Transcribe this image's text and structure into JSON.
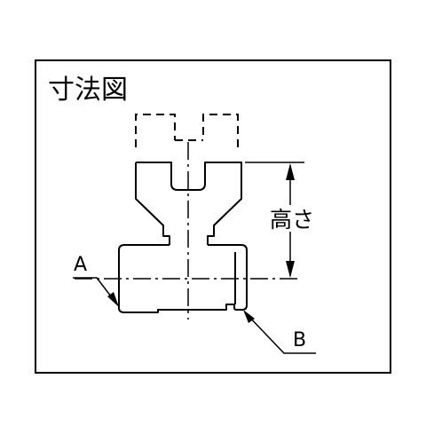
{
  "diagram": {
    "title": "寸法図",
    "height_label": "高さ",
    "label_a": "A",
    "label_b": "B"
  },
  "colors": {
    "line": "#000000",
    "background": "#ffffff"
  }
}
